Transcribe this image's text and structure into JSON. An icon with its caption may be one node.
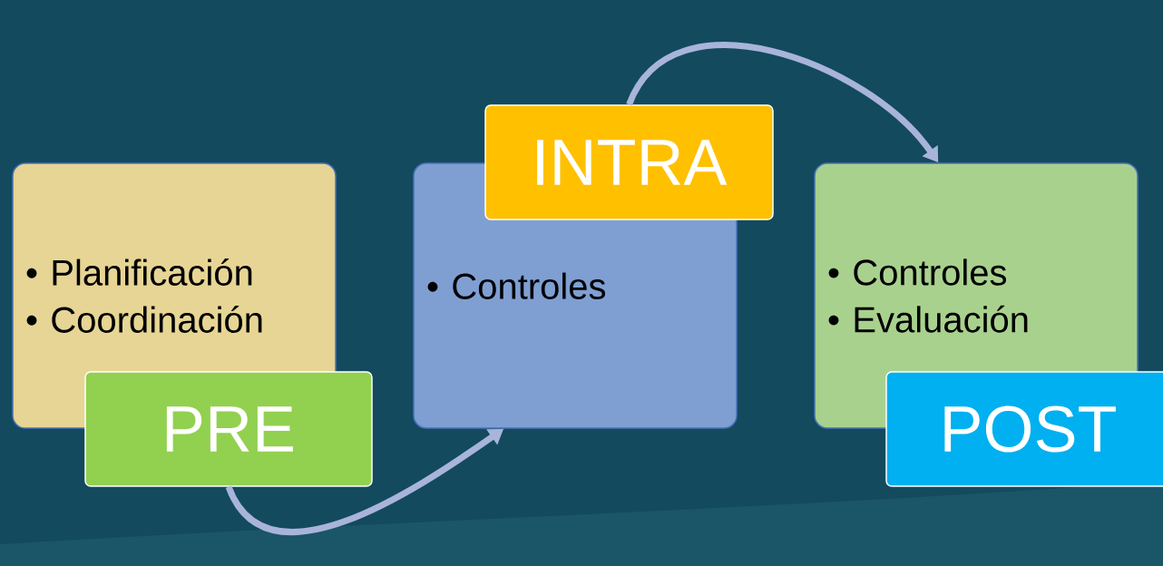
{
  "diagram": {
    "nodes": [
      {
        "text": [
          "• Planificación",
          "• Coordinación"
        ]
      },
      {
        "text": [
          "PRE"
        ]
      },
      {
        "text": [
          "• Controles"
        ]
      },
      {
        "text": [
          "INTRA"
        ]
      },
      {
        "text": [
          "• Controles",
          "• Evaluación"
        ]
      },
      {
        "text": [
          "POST"
        ]
      }
    ],
    "edges": [
      {
        "from": 1,
        "to": 2,
        "arrow": "to"
      },
      {
        "from": 3,
        "to": 4,
        "arrow": "to"
      }
    ]
  }
}
